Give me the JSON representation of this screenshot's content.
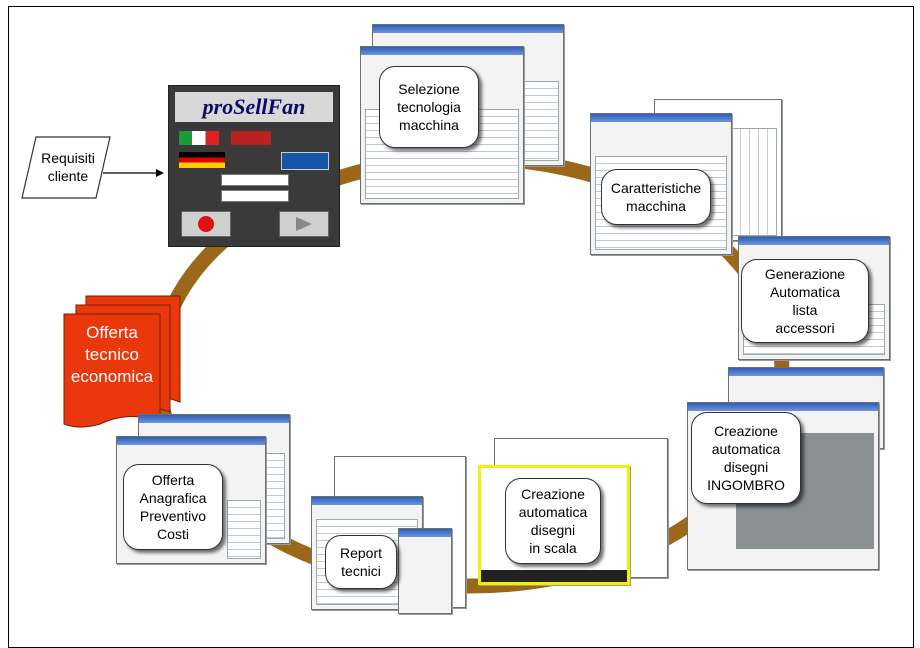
{
  "nodes": {
    "input": "Requisiti\ncliente",
    "app_title": "proSellFan",
    "offer_doc": "Offerta\ntecnico\neconomica",
    "selection": "Selezione\ntecnologia\nmacchina",
    "characteristics": "Caratteristiche\nmacchina",
    "accessories": "Generazione\nAutomatica\nlista\naccessori",
    "overall_drawings": "Creazione\nautomatica\ndisegni\nINGOMBRO",
    "scale_drawings": "Creazione\nautomatica\ndisegni\nin scala",
    "reports": "Report\ntecnici",
    "offer": "Offerta\nAnagrafica\nPreventivo\nCosti"
  },
  "colors": {
    "cycle_ring": "#9a6818",
    "offer_document": "#e8380c",
    "window_title_bar": "#2c5fb8"
  },
  "icons": [
    "input-parallelogram-icon",
    "arrow-icon",
    "flag-italy-icon",
    "flag-uk-icon",
    "flag-germany-icon",
    "flag-sweden-icon",
    "cancel-icon",
    "forward-icon",
    "document-stack-icon"
  ]
}
